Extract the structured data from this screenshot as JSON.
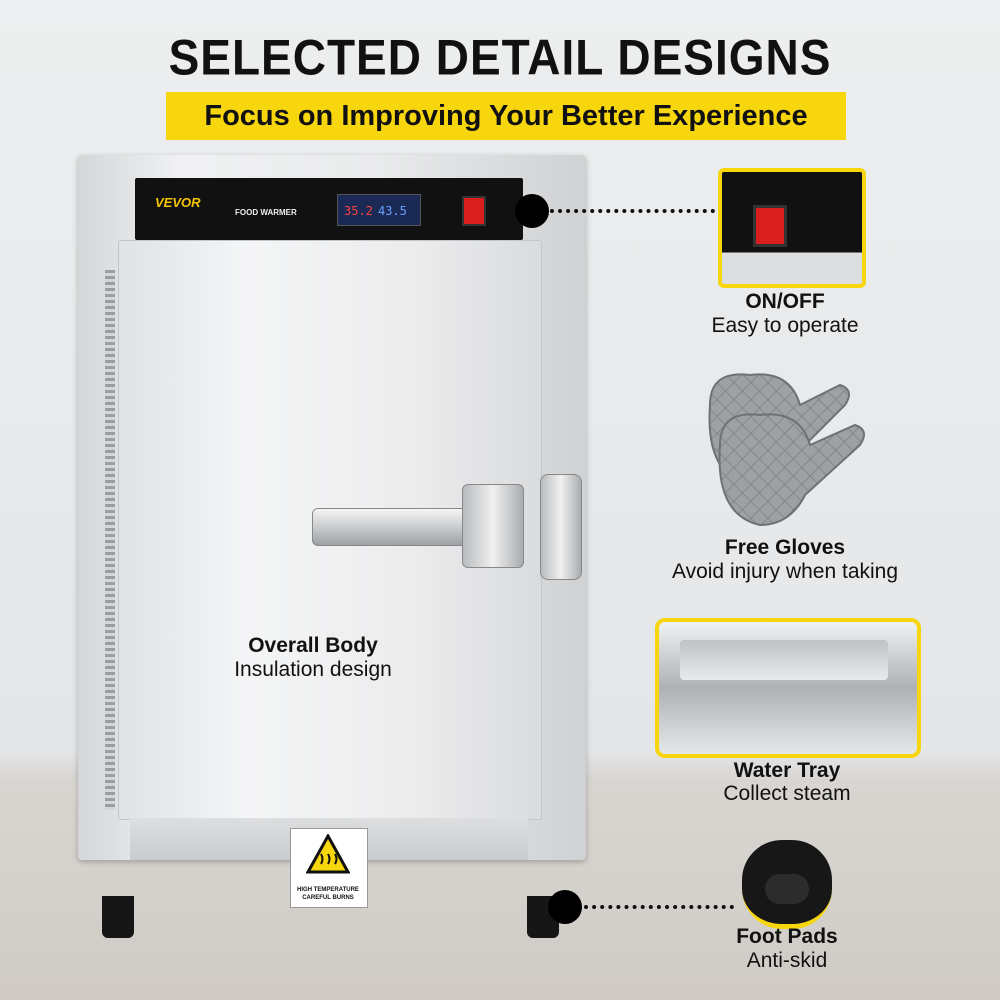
{
  "header": {
    "title": "SELECTED DETAIL DESIGNS",
    "subtitle": "Focus on Improving Your Better Experience"
  },
  "product": {
    "brand": "VEVOR",
    "model_label": "FOOD WARMER",
    "display_left": "35.2",
    "display_right": "43.5",
    "warning_text": "HIGH TEMPERATURE CAREFUL BURNS",
    "body_feature": {
      "heading": "Overall Body",
      "text": "Insulation design"
    }
  },
  "features": [
    {
      "heading": "ON/OFF",
      "text": "Easy to operate",
      "icon": "power-switch-icon"
    },
    {
      "heading": "Free Gloves",
      "text": "Avoid injury when taking",
      "icon": "oven-glove-icon"
    },
    {
      "heading": "Water Tray",
      "text": "Collect steam",
      "icon": "water-tray-icon"
    },
    {
      "heading": "Foot Pads",
      "text": "Anti-skid",
      "icon": "foot-pad-icon"
    }
  ],
  "colors": {
    "accent": "#f8d60e",
    "text": "#111111",
    "switch_red": "#d81e1e"
  }
}
